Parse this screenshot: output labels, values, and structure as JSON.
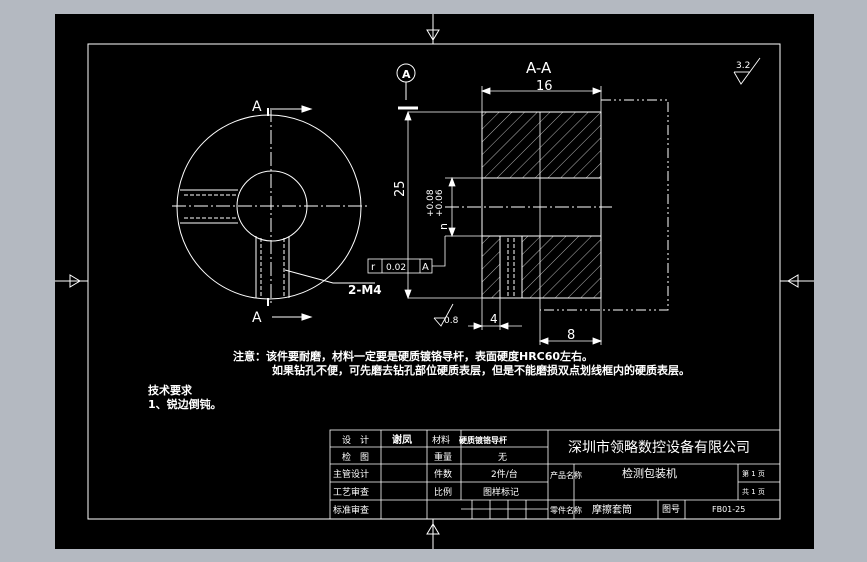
{
  "drawing": {
    "section_label": "A-A",
    "cut_label_top": "A",
    "cut_label_bottom": "A",
    "datum_label": "A",
    "roughness_top": "3.2",
    "roughness_bottom": "0.8",
    "dim_width": "16",
    "dim_height": "25",
    "dim_bottom_left": "4",
    "dim_bottom_right": "8",
    "bore_tol_upper": "+0.08",
    "bore_tol_lower": "+0.06",
    "bore_prefix": "n",
    "hole_callout": "2-M4",
    "runout_symbol": "r",
    "runout_value": "0.02",
    "runout_datum": "A",
    "note_line1": "注意：该件要耐磨，材料一定要是硬质镀铬导杆，表面硬度HRC60左右。",
    "note_line2": "如果钻孔不便，可先磨去钻孔部位硬质表层，但是不能磨损双点划线框内的硬质表层。",
    "tech_title": "技术要求",
    "tech_item1": "1、锐边倒钝。"
  },
  "title_block": {
    "design_label": "设　计",
    "designer": "谢凤",
    "check_label": "检　图",
    "chief_label": "主管设计",
    "process_label": "工艺审查",
    "standard_label": "标准审查",
    "material_label": "材料",
    "material_value": "硬质镀铬导杆",
    "weight_label": "重量",
    "weight_value": "无",
    "qty_label": "件数",
    "qty_value": "2件/台",
    "scale_label": "比例",
    "mark_label": "图样标记",
    "company": "深圳市领略数控设备有限公司",
    "product_label": "产品名称",
    "product_value": "检测包装机",
    "part_label": "零件名称",
    "part_value": "摩擦套筒",
    "drawing_no_label": "图号",
    "drawing_no_value": "FB01-25",
    "sheet_label": "第 1 页",
    "total_label": "共 1 页"
  }
}
